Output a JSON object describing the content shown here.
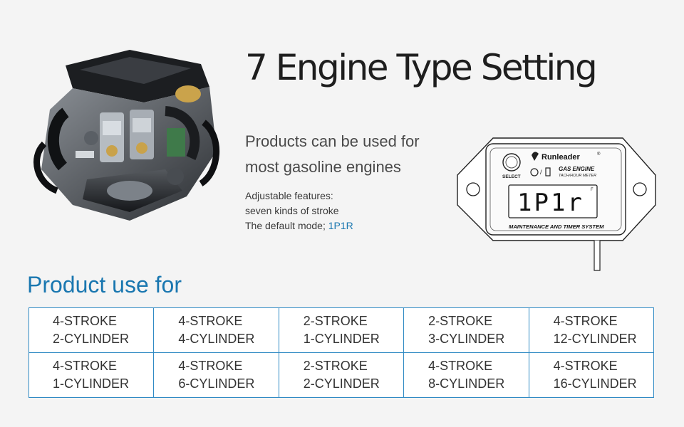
{
  "title": "7 Engine Type Setting",
  "tagline": {
    "line1": "Products can be used for",
    "line2": "most gasoline engines"
  },
  "features": {
    "line1": "Adjustable features:",
    "line2": "seven kinds of stroke",
    "default_prefix": "The default mode; ",
    "default_value": "1P1R"
  },
  "meter": {
    "brand": "Runleader",
    "product_line1": "GAS ENGINE",
    "product_line2": "TACH/HOUR METER",
    "select_label": "SELECT",
    "display_value": "1P1r",
    "display_flag": "F",
    "system_label": "MAINTENANCE AND TIMER SYSTEM"
  },
  "section_heading": "Product use for",
  "usage_rows": [
    [
      {
        "stroke": "4-STROKE",
        "cylinder": "2-CYLINDER"
      },
      {
        "stroke": "4-STROKE",
        "cylinder": "4-CYLINDER"
      },
      {
        "stroke": "2-STROKE",
        "cylinder": "1-CYLINDER"
      },
      {
        "stroke": "2-STROKE",
        "cylinder": "3-CYLINDER"
      },
      {
        "stroke": "4-STROKE",
        "cylinder": "12-CYLINDER"
      }
    ],
    [
      {
        "stroke": "4-STROKE",
        "cylinder": "1-CYLINDER"
      },
      {
        "stroke": "4-STROKE",
        "cylinder": "6-CYLINDER"
      },
      {
        "stroke": "2-STROKE",
        "cylinder": "2-CYLINDER"
      },
      {
        "stroke": "4-STROKE",
        "cylinder": "8-CYLINDER"
      },
      {
        "stroke": "4-STROKE",
        "cylinder": "16-CYLINDER"
      }
    ]
  ],
  "colors": {
    "accent": "#1a77b0",
    "table_border": "#2f8ac4",
    "background": "#f4f4f4"
  }
}
